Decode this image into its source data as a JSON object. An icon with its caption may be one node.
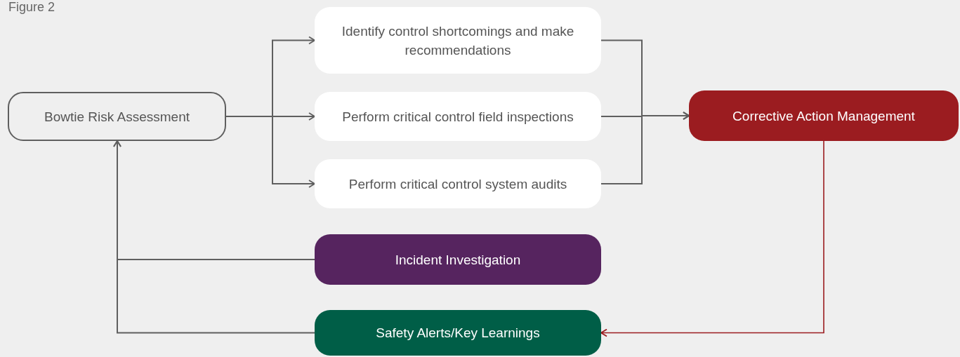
{
  "diagram": {
    "nodes": [
      {
        "text": [
          "Bowtie Risk Assessment"
        ]
      },
      {
        "text": [
          "Identify control shortcomings and make recommendations"
        ]
      },
      {
        "text": [
          "Perform critical control field inspections"
        ]
      },
      {
        "text": [
          "Perform critical control system audits"
        ]
      },
      {
        "text": [
          "Corrective Action Management"
        ]
      },
      {
        "text": [
          "Incident Investigation"
        ]
      },
      {
        "text": [
          "Safety Alerts/Key Learnings"
        ]
      }
    ],
    "edges": [
      {
        "from": 0,
        "to": 1,
        "arrow": "to"
      },
      {
        "from": 0,
        "to": 2,
        "arrow": "to"
      },
      {
        "from": 0,
        "to": 3,
        "arrow": "to"
      },
      {
        "from": 1,
        "to": 4,
        "arrow": "to"
      },
      {
        "from": 2,
        "to": 4,
        "arrow": "to"
      },
      {
        "from": 3,
        "to": 4,
        "arrow": "to"
      },
      {
        "from": 5,
        "to": 0,
        "arrow": "to"
      },
      {
        "from": 6,
        "to": 0,
        "arrow": "to"
      },
      {
        "from": 4,
        "to": 6,
        "arrow": "to",
        "color": "#9b1c20"
      }
    ],
    "labels": [
      "Figure 2"
    ]
  }
}
